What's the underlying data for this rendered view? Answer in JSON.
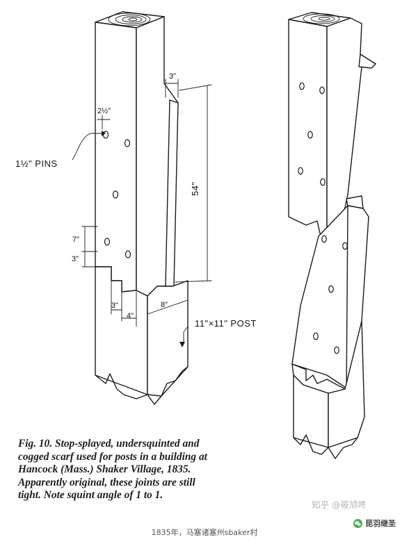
{
  "labels": {
    "pins": "1½\" PINS",
    "pin_spacing": "2½\"",
    "dim_3_top": "3\"",
    "dim_54": "54\"",
    "dim_7": "7\"",
    "dim_3_side": "3\"",
    "dim_3_bottom": "3\"",
    "dim_4": "4\"",
    "dim_8": "8\"",
    "post": "11\"×11\" POST"
  },
  "caption": {
    "line1": "Fig. 10. Stop-splayed, undersquinted and",
    "line2": "cogged scarf used for posts in a building at",
    "line3": "Hancock (Mass.) Shaker Village, 1835.",
    "line4": "Apparently original, these joints are still",
    "line5": "tight. Note squint angle of 1 to 1."
  },
  "watermark": {
    "zhihu": "知乎 @筱颃咚",
    "author": "昆羽继圣"
  },
  "footer": {
    "text": "1835年，马塞诸塞州sbaker村"
  },
  "colors": {
    "ink": "#1a1a1a",
    "watermark": "#b5b5b5",
    "wechat_green": "#4caf50"
  },
  "icons": [
    "wechat-icon"
  ]
}
